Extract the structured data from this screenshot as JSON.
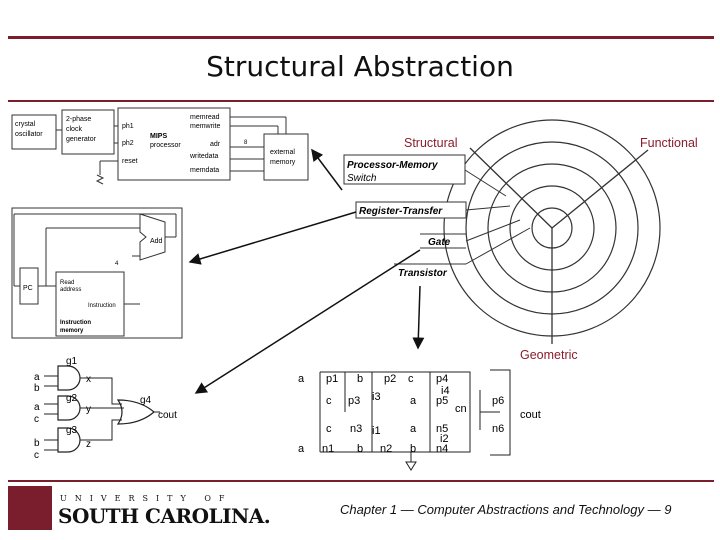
{
  "slide": {
    "title": "Structural Abstraction",
    "footer": "Chapter 1 — Computer Abstractions and Technology — 9"
  },
  "logo": {
    "upper": "UNIVERSITY OF",
    "lower": "SOUTH CAROLINA."
  },
  "mips_block": {
    "crystal": [
      "crystal",
      "oscillator"
    ],
    "clock": [
      "2-phase",
      "clock",
      "generator"
    ],
    "ph1": "ph1",
    "ph2": "ph2",
    "reset": "reset",
    "processor": [
      "MIPS",
      "processor"
    ],
    "memread": "memread",
    "memwrite": "memwrite",
    "adr": "adr",
    "writedata": "writedata",
    "memdata": "memdata",
    "external": [
      "external",
      "memory"
    ],
    "bus8": "8"
  },
  "rt_block": {
    "add": "Add",
    "four": "4",
    "pc": "PC",
    "read": [
      "Read",
      "address"
    ],
    "instruction": "Instruction",
    "imem": [
      "Instruction",
      "memory"
    ]
  },
  "onion": {
    "structural": "Structural",
    "functional": "Functional",
    "geometric": "Geometric",
    "levels": [
      "Processor-Memory",
      "Switch",
      "Register-Transfer",
      "Gate",
      "Transistor"
    ]
  },
  "gates": {
    "names": [
      "g1",
      "g2",
      "g3",
      "g4"
    ],
    "inputs": [
      "a",
      "b",
      "a",
      "c",
      "b",
      "c"
    ],
    "internal": [
      "x",
      "y",
      "z"
    ],
    "out": "cout"
  },
  "transistor": {
    "pmos": [
      "p1",
      "p2",
      "p3",
      "p4",
      "p5",
      "p6"
    ],
    "nmos": [
      "n1",
      "n2",
      "n3",
      "n4",
      "n5",
      "n6"
    ],
    "nodes": [
      "i1",
      "i2",
      "i3",
      "i4"
    ],
    "cn": "cn",
    "out": "cout"
  }
}
